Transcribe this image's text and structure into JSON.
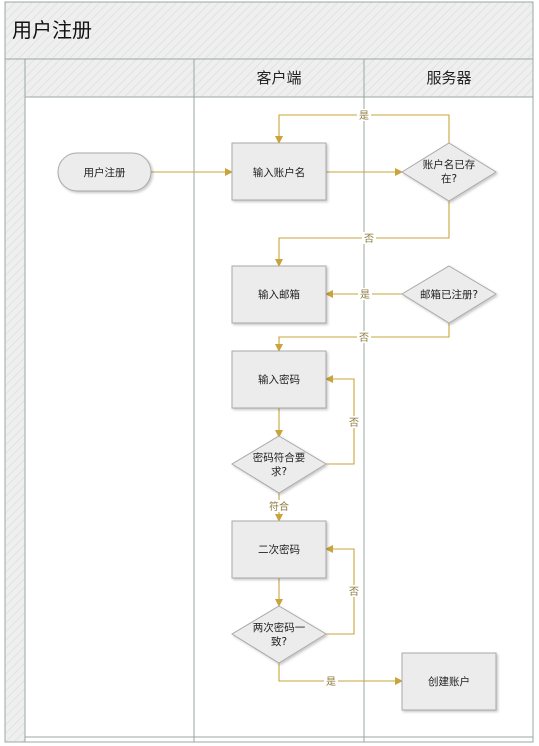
{
  "title": "用户注册",
  "lanes": {
    "client": "客户端",
    "server": "服务器"
  },
  "nodes": {
    "start": "用户注册",
    "input_username": "输入账户名",
    "check_username": [
      "账户名已存",
      "在?"
    ],
    "input_email": "输入邮箱",
    "check_email": "邮箱已注册?",
    "input_password": "输入密码",
    "check_password": [
      "密码符合要",
      "求?"
    ],
    "confirm_password": "二次密码",
    "check_match": [
      "两次密码一",
      "致?"
    ],
    "create_account": "创建账户"
  },
  "labels": {
    "yes_username": "是",
    "no_username": "否",
    "yes_email": "是",
    "no_email": "否",
    "no_password": "否",
    "ok_password": "符合",
    "no_match": "否",
    "yes_match": "是"
  },
  "colors": {
    "connector": "#c9a43b",
    "node_fill": "#ececec",
    "node_stroke": "#a9a9a9",
    "lane_line": "#9aa7a2",
    "header_fill": "#eeeeee"
  }
}
